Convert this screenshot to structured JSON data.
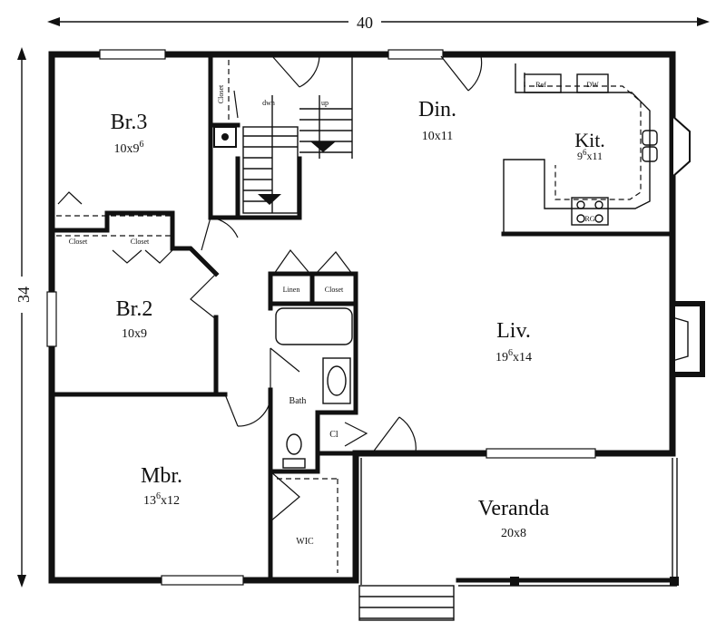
{
  "dimensions": {
    "width": "40",
    "depth": "34"
  },
  "rooms": {
    "br3": {
      "name": "Br.3",
      "size": "10x9",
      "size_sup": "6"
    },
    "br2": {
      "name": "Br.2",
      "size": "10x9"
    },
    "mbr": {
      "name": "Mbr.",
      "size_pre": "13",
      "size_sup": "6",
      "size_post": "x12"
    },
    "din": {
      "name": "Din.",
      "size": "10x11"
    },
    "kit": {
      "name": "Kit.",
      "size_pre": "9",
      "size_sup": "6",
      "size_post": "x11"
    },
    "liv": {
      "name": "Liv.",
      "size_pre": "19",
      "size_sup": "6",
      "size_post": "x14"
    },
    "veranda": {
      "name": "Veranda",
      "size": "20x8"
    }
  },
  "labels": {
    "closet": "Closet",
    "linen": "Linen",
    "bath": "Bath",
    "wic": "WIC",
    "cl": "Cl",
    "dwn": "dwn",
    "up": "up",
    "ref": "Ref",
    "dw": "DW",
    "rg": "RG"
  }
}
